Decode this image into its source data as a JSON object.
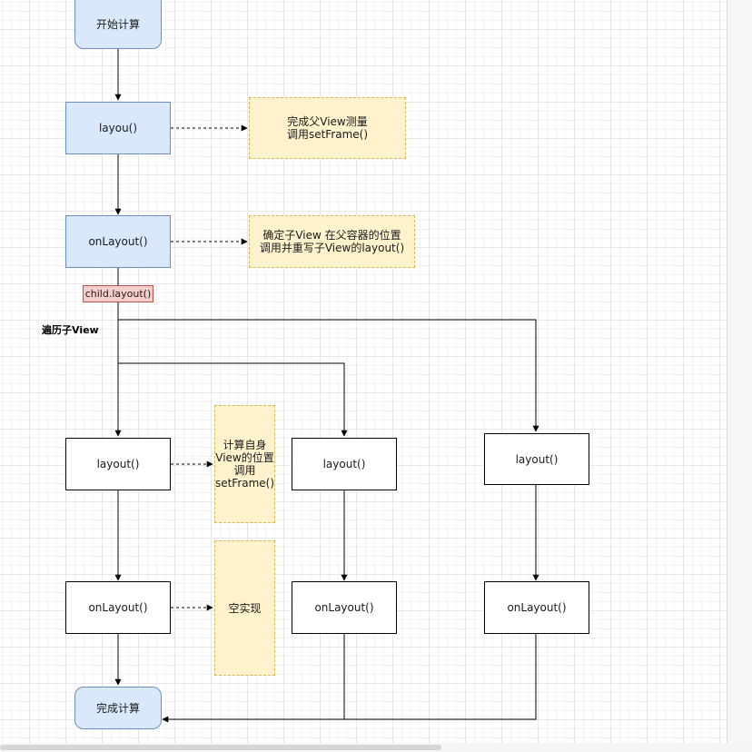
{
  "diagram": {
    "nodes": {
      "start": "开始计算",
      "parent_layout": "layou()",
      "parent_note": "完成父View测量\n调用setFrame()",
      "parent_onlayout": "onLayout()",
      "parent_onlayout_note": "确定子View 在父容器的位置\n调用并重写子View的layout()",
      "child_call_tag": "child.layout()",
      "child1_layout": "layout()",
      "child1_layout_note": "计算自身\nView的位置\n调用\nsetFrame()",
      "child1_onlayout": "onLayout()",
      "child1_onlayout_note": "空实现",
      "child2_layout": "layout()",
      "child2_onlayout": "onLayout()",
      "child3_layout": "layout()",
      "child3_onlayout": "onLayout()",
      "end": "完成计算"
    },
    "edge_labels": {
      "traverse_children": "遍历子View"
    },
    "colors": {
      "terminal_fill": "#dae8fc",
      "terminal_stroke": "#6c8ebf",
      "note_fill": "#fff2cc",
      "note_stroke": "#d6b656",
      "tag_fill": "#f8cecc",
      "tag_stroke": "#b85450"
    }
  }
}
